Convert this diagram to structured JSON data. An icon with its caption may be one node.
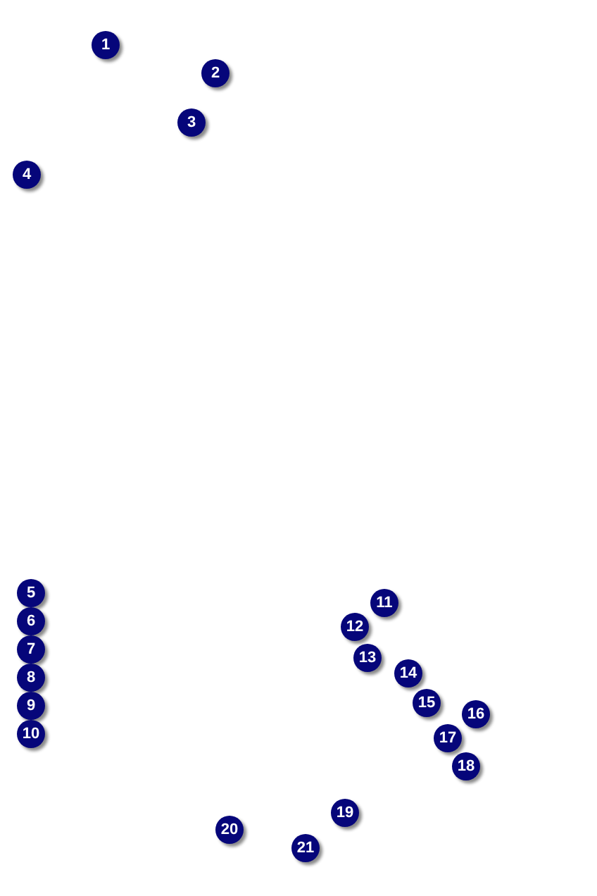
{
  "diagram": {
    "labels": [
      "1",
      "2",
      "3",
      "4",
      "5",
      "6",
      "7",
      "8",
      "9",
      "10",
      "11",
      "12",
      "13",
      "14",
      "15",
      "16",
      "17",
      "18",
      "19",
      "20",
      "21"
    ]
  }
}
